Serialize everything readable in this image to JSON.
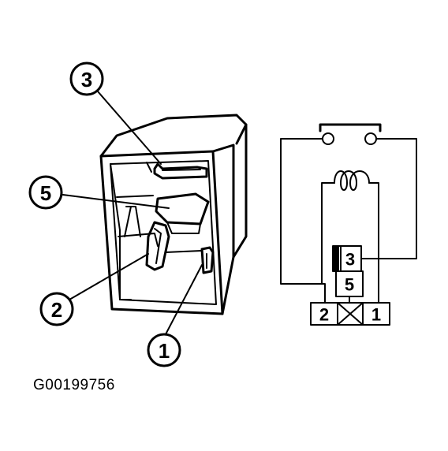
{
  "figure": {
    "id": "G00199756"
  },
  "callouts": [
    {
      "key": "c3",
      "label": "3"
    },
    {
      "key": "c5",
      "label": "5"
    },
    {
      "key": "c2",
      "label": "2"
    },
    {
      "key": "c1",
      "label": "1"
    }
  ],
  "schematic": {
    "terminals": {
      "t3": "3",
      "t5": "5",
      "t2": "2",
      "t1": "1"
    }
  }
}
